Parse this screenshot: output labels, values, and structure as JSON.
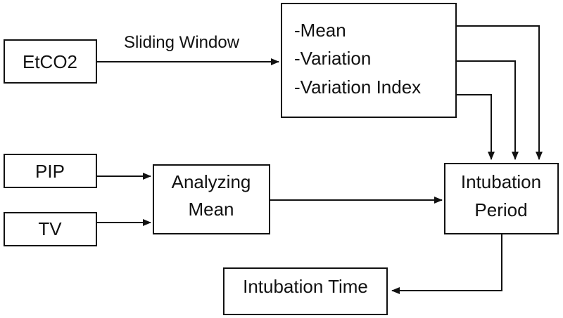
{
  "diagram": {
    "nodes": {
      "etco2": {
        "label": "EtCO2"
      },
      "features": {
        "lines": [
          "-Mean",
          "-Variation",
          "-Variation Index"
        ]
      },
      "pip": {
        "label": "PIP"
      },
      "tv": {
        "label": "TV"
      },
      "analyzing": {
        "lines": [
          "Analyzing",
          "Mean"
        ]
      },
      "intubation_period": {
        "lines": [
          "Intubation",
          "Period"
        ]
      },
      "intubation_time": {
        "label": "Intubation Time"
      }
    },
    "edges": {
      "sliding_window": {
        "label": "Sliding Window"
      }
    }
  }
}
